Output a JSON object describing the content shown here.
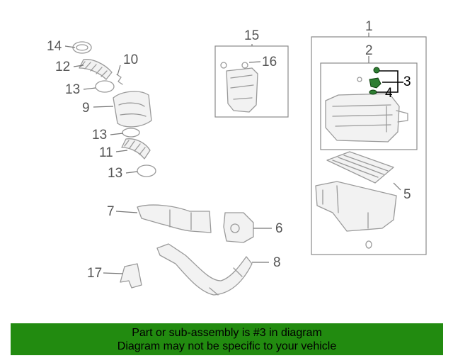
{
  "callouts": {
    "c1": "1",
    "c2": "2",
    "c3": "3",
    "c4": "4",
    "c5": "5",
    "c6": "6",
    "c7": "7",
    "c8": "8",
    "c9": "9",
    "c10": "10",
    "c11": "11",
    "c12": "12",
    "c13a": "13",
    "c13b": "13",
    "c13c": "13",
    "c14": "14",
    "c15": "15",
    "c16": "16",
    "c17": "17"
  },
  "highlight": {
    "part": "3",
    "color": "#2e7d32"
  },
  "banner": {
    "line1": "Part or sub-assembly is #3 in diagram",
    "line2": "Diagram may not be specific to your vehicle",
    "background": "#228b10"
  }
}
